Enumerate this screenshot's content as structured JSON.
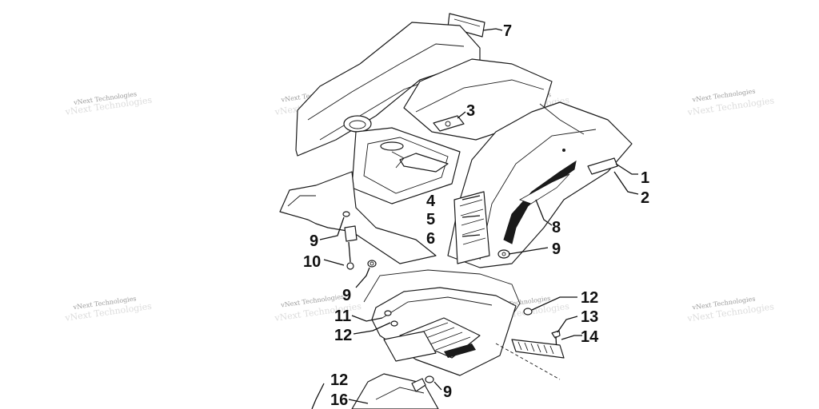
{
  "callouts": [
    "7",
    "3",
    "1",
    "2",
    "4",
    "5",
    "6",
    "8",
    "9",
    "9",
    "10",
    "9",
    "11",
    "12",
    "12",
    "13",
    "14",
    "12",
    "16",
    "9"
  ],
  "watermark": "vNext Technologies",
  "colors": {
    "line": "#111111",
    "watermark": "#9a9a9a",
    "decal_dark": "#1a1a1a"
  }
}
